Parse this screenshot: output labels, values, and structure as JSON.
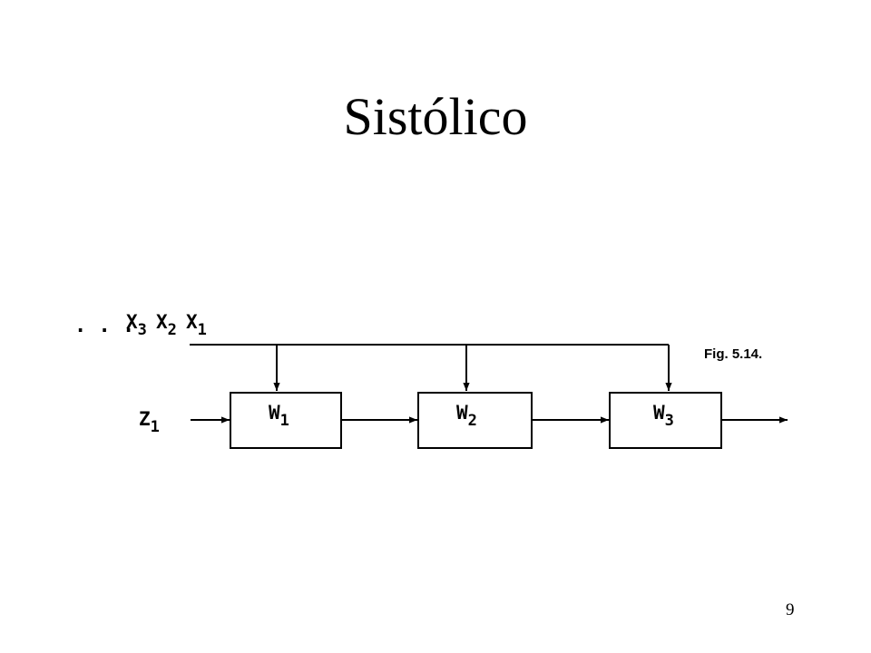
{
  "slide": {
    "title": "Sistólico",
    "page_number": "9"
  },
  "diagram": {
    "figure_caption": "Fig. 5.14.",
    "input_stream": {
      "ellipsis": ". . .",
      "items": [
        {
          "base": "X",
          "sub": "3"
        },
        {
          "base": "X",
          "sub": "2"
        },
        {
          "base": "X",
          "sub": "1"
        }
      ]
    },
    "side_input": {
      "base": "Z",
      "sub": "1"
    },
    "cells": [
      {
        "base": "W",
        "sub": "1"
      },
      {
        "base": "W",
        "sub": "2"
      },
      {
        "base": "W",
        "sub": "3"
      }
    ],
    "stroke_color": "#000000"
  }
}
